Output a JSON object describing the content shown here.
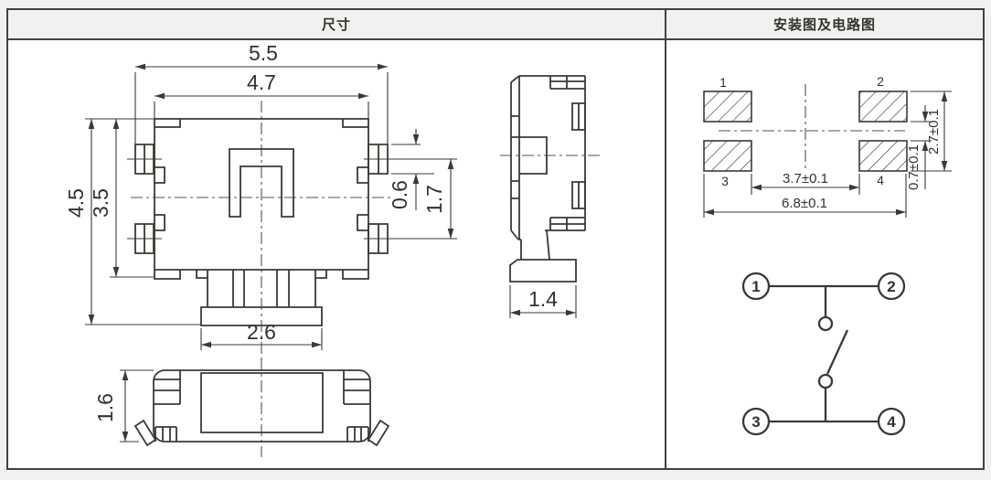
{
  "table": {
    "headers": [
      "尺寸",
      "安装图及电路图"
    ]
  },
  "colors": {
    "line": "#3e3833",
    "table_border": "#414141",
    "header_bg": "#f1f1f0",
    "page_bg": "#f1f1f0",
    "cell_bg": "#ffffff"
  },
  "front_view": {
    "dim_overall_width": "5.5",
    "dim_body_width": "4.7",
    "dim_overall_height": "4.5",
    "dim_body_height": "3.5",
    "dim_pin_height": "0.6",
    "dim_pin_pitch": "1.7",
    "dim_stem_width": "2.6"
  },
  "side_view": {
    "dim_base_width": "1.4"
  },
  "bottom_view": {
    "dim_thickness": "1.6"
  },
  "pad_layout": {
    "pad_labels": [
      "1",
      "2",
      "3",
      "4"
    ],
    "dim_pads_inner_span": "3.7±0.1",
    "dim_pads_outer_span": "6.8±0.1",
    "dim_rows_outer_span": "2.7±0.1",
    "dim_rows_gap": "0.7±0.1"
  },
  "circuit": {
    "terminal_labels": [
      "1",
      "2",
      "3",
      "4"
    ]
  }
}
